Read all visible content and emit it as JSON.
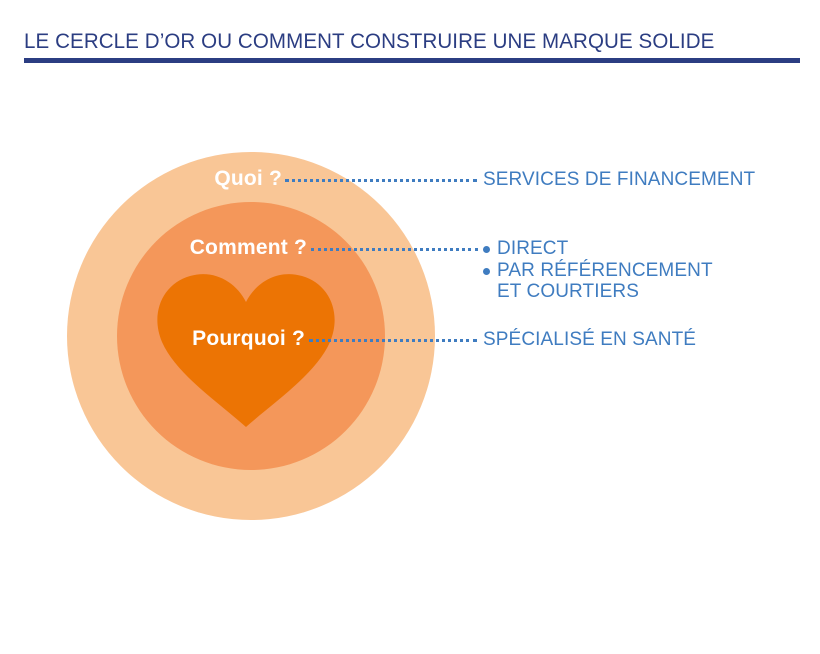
{
  "header": {
    "title": "LE CERCLE D’OR OU COMMENT CONSTRUIRE UNE MARQUE SOLIDE",
    "title_color": "#2b3d82",
    "rule_color": "#2b3d82"
  },
  "diagram": {
    "type": "golden-circle",
    "rings": [
      {
        "name": "outer",
        "label": "Quoi ?",
        "color": "#f9c696"
      },
      {
        "name": "middle",
        "label": "Comment ?",
        "color": "#f4975a"
      },
      {
        "name": "core",
        "label": "Pourquoi ?",
        "color": "#ec7404",
        "shape": "heart"
      }
    ],
    "label_color": "#ffffff",
    "leader_color": "#3f7cc0",
    "callout_color": "#3f7cc0",
    "callouts": [
      {
        "for": "Quoi ?",
        "items": [
          {
            "text": "SERVICES DE FINANCEMENT",
            "bullet": false
          }
        ]
      },
      {
        "for": "Comment ?",
        "items": [
          {
            "text": "DIRECT",
            "bullet": true
          },
          {
            "text": "PAR RÉFÉRENCEMENT",
            "bullet": true
          },
          {
            "text": "ET COURTIERS",
            "bullet": false
          }
        ]
      },
      {
        "for": "Pourquoi ?",
        "items": [
          {
            "text": "SPÉCIALISÉ EN SANTÉ",
            "bullet": false
          }
        ]
      }
    ]
  }
}
